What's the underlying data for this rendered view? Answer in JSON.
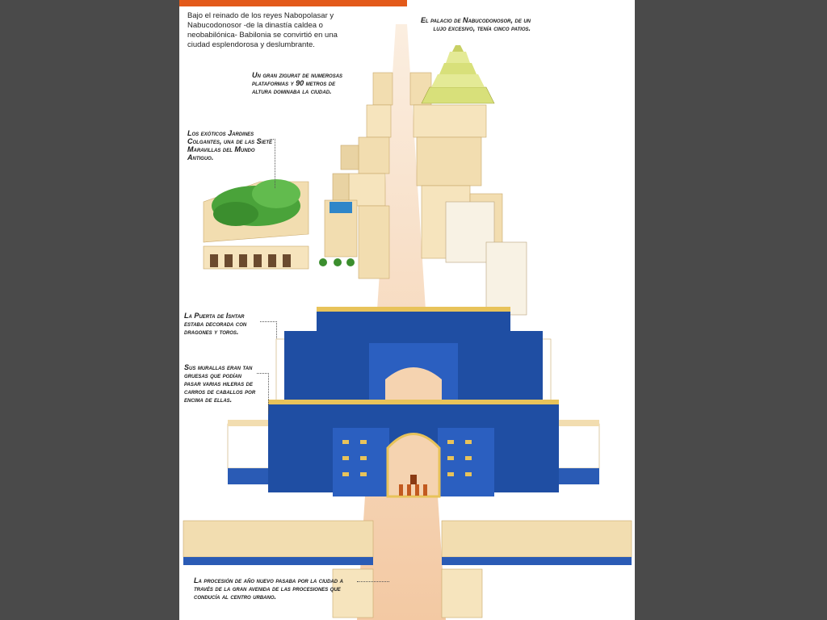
{
  "intro": "Bajo el reinado de los reyes Nabopolasar y Nabucodonosor -de la dinastía caldea o neobabilónica- Babilonia se convirtió en una ciudad esplendorosa y  deslumbrante.",
  "captions": {
    "palace": "El palacio de Nabucodonosor, de un lujo excesivo, tenía cinco patios.",
    "ziggurat": "Un gran zigurat de numerosas plataformas y 90 metros de altura dominaba la ciudad.",
    "gardens": "Los exóticos Jardines Colgantes, una de las Siete Maravillas del Mundo Antiguo.",
    "ishtar": "La Puerta de Ishtar estaba decorada con dragones y toros.",
    "walls": "Sus murallas eran tan gruesas que podían pasar varias hileras de carros de caballos por encima de ellas.",
    "procession": "La procesión de año nuevo pasaba por la ciudad a través de la gran avenida de las procesiones que conducía al centro urbano."
  },
  "colors": {
    "frame": "#4a4a4a",
    "gate_blue": "#1f4ea3",
    "gate_gold": "#e8c35a",
    "sand": "#f2ddb0",
    "avenue": "#f5d3b0",
    "garden": "#4aa33a"
  }
}
